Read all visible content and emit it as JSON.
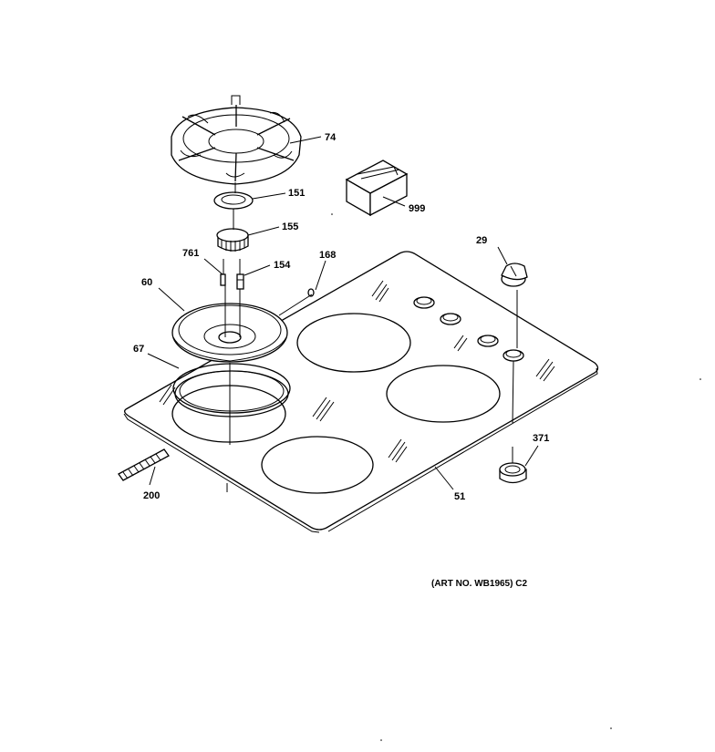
{
  "callouts": {
    "c74": "74",
    "c151": "151",
    "c155": "155",
    "c999": "999",
    "c761": "761",
    "c154": "154",
    "c168": "168",
    "c29": "29",
    "c60": "60",
    "c67": "67",
    "c371": "371",
    "c200": "200",
    "c51": "51"
  },
  "art_number": "(ART NO. WB1965) C2"
}
